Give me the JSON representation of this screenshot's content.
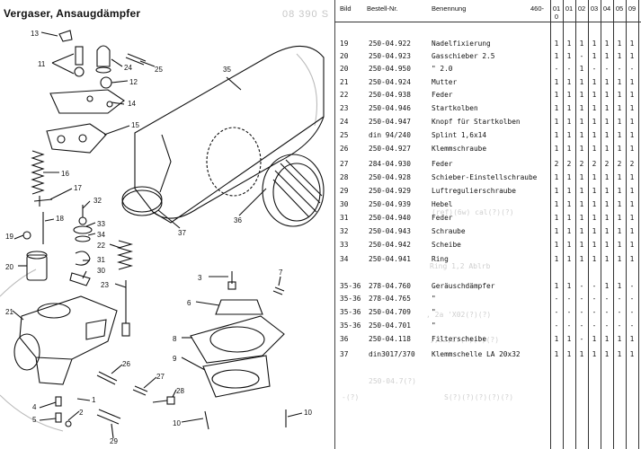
{
  "title": "Vergaser, Ansaugdämpfer",
  "ghost_code": "08 390 S",
  "header": {
    "bild": "Bild",
    "bestell": "Bestell-Nr.",
    "benennung": "Benennung",
    "type_main": "460-",
    "types": [
      {
        "top": "01",
        "bottom": "0"
      },
      {
        "top": "01",
        "bottom": ""
      },
      {
        "top": "02",
        "bottom": ""
      },
      {
        "top": "03",
        "bottom": ""
      },
      {
        "top": "04",
        "bottom": ""
      },
      {
        "top": "05",
        "bottom": ""
      },
      {
        "top": "09",
        "bottom": ""
      }
    ]
  },
  "rows": [
    {
      "bild": "19",
      "nr": "250-04.922",
      "name": "Nadelfixierung",
      "q": [
        "1",
        "1",
        "1",
        "1",
        "1",
        "1",
        "1"
      ]
    },
    {
      "bild": "20",
      "nr": "250-04.923",
      "name": "Gasschieber 2.5",
      "q": [
        "1",
        "1",
        "-",
        "1",
        "1",
        "1",
        "1"
      ]
    },
    {
      "bild": "20",
      "nr": "250-04.950",
      "name": "\"          2.0",
      "q": [
        "-",
        "-",
        "1",
        "-",
        "-",
        "-",
        "-"
      ]
    },
    {
      "bild": "21",
      "nr": "250-04.924",
      "name": "Mutter",
      "q": [
        "1",
        "1",
        "1",
        "1",
        "1",
        "1",
        "1"
      ]
    },
    {
      "bild": "22",
      "nr": "250-04.938",
      "name": "Feder",
      "q": [
        "1",
        "1",
        "1",
        "1",
        "1",
        "1",
        "1"
      ]
    },
    {
      "bild": "23",
      "nr": "250-04.946",
      "name": "Startkolben",
      "q": [
        "1",
        "1",
        "1",
        "1",
        "1",
        "1",
        "1"
      ]
    },
    {
      "bild": "24",
      "nr": "250-04.947",
      "name": "Knopf für Startkolben",
      "q": [
        "1",
        "1",
        "1",
        "1",
        "1",
        "1",
        "1"
      ]
    },
    {
      "bild": "25",
      "nr": "din 94/240",
      "name": "Splint 1,6x14",
      "q": [
        "1",
        "1",
        "1",
        "1",
        "1",
        "1",
        "1"
      ]
    },
    {
      "bild": "26",
      "nr": "250-04.927",
      "name": "Klemmschraube",
      "q": [
        "1",
        "1",
        "1",
        "1",
        "1",
        "1",
        "1"
      ]
    },
    {
      "bild": "27",
      "nr": "284-04.930",
      "name": "Feder",
      "q": [
        "2",
        "2",
        "2",
        "2",
        "2",
        "2",
        "2"
      ]
    },
    {
      "bild": "28",
      "nr": "250-04.928",
      "name": "Schieber-Einstellschraube",
      "q": [
        "1",
        "1",
        "1",
        "1",
        "1",
        "1",
        "1"
      ]
    },
    {
      "bild": "29",
      "nr": "250-04.929",
      "name": "Luftregulierschraube",
      "q": [
        "1",
        "1",
        "1",
        "1",
        "1",
        "1",
        "1"
      ]
    },
    {
      "bild": "30",
      "nr": "250-04.939",
      "name": "Hebel",
      "q": [
        "1",
        "1",
        "1",
        "1",
        "1",
        "1",
        "1"
      ]
    },
    {
      "bild": "31",
      "nr": "250-04.940",
      "name": "Feder",
      "q": [
        "1",
        "1",
        "1",
        "1",
        "1",
        "1",
        "1"
      ]
    },
    {
      "bild": "32",
      "nr": "250-04.943",
      "name": "Schraube",
      "q": [
        "1",
        "1",
        "1",
        "1",
        "1",
        "1",
        "1"
      ]
    },
    {
      "bild": "33",
      "nr": "250-04.942",
      "name": "Scheibe",
      "q": [
        "1",
        "1",
        "1",
        "1",
        "1",
        "1",
        "1"
      ]
    },
    {
      "bild": "34",
      "nr": "250-04.941",
      "name": "Ring",
      "q": [
        "1",
        "1",
        "1",
        "1",
        "1",
        "1",
        "1"
      ]
    },
    {
      "bild": "",
      "nr": "",
      "name": "",
      "q": [
        "",
        "",
        "",
        "",
        "",
        "",
        ""
      ]
    },
    {
      "bild": "35-36",
      "nr": "278-04.760",
      "name": "Geräuschdämpfer",
      "q": [
        "1",
        "1",
        "-",
        "-",
        "1",
        "1",
        "-"
      ]
    },
    {
      "bild": "35-36",
      "nr": "278-04.765",
      "name": "\"",
      "q": [
        "-",
        "-",
        "-",
        "-",
        "-",
        "-",
        "-"
      ]
    },
    {
      "bild": "35-36",
      "nr": "250-04.709",
      "name": "\"",
      "q": [
        "-",
        "-",
        "-",
        "-",
        "-",
        "-",
        "-"
      ]
    },
    {
      "bild": "35-36",
      "nr": "250-04.701",
      "name": "\"",
      "q": [
        "-",
        "-",
        "-",
        "-",
        "-",
        "-",
        "-"
      ]
    },
    {
      "bild": "36",
      "nr": "250-04.118",
      "name": "Filterscheibe",
      "q": [
        "1",
        "1",
        "-",
        "1",
        "1",
        "1",
        "1"
      ]
    },
    {
      "bild": "37",
      "nr": "din3017/370",
      "name": "Klemmschelle  LA 20x32",
      "q": [
        "1",
        "1",
        "1",
        "1",
        "1",
        "1",
        "1"
      ]
    }
  ],
  "ghost_text": [
    "(ref)(6w) cal(?)(?)",
    "Ring 1,2 Ablrb",
    ", 2a 'X02(?)(?)",
    ",,S2,1:(?)(?)(?)",
    "250-04.7(?)",
    "-(?)",
    "S(?)(?)(?)(?)(?)"
  ],
  "callouts": [
    "13",
    "11",
    "24",
    "25",
    "12",
    "14",
    "15",
    "16",
    "17",
    "18",
    "19",
    "32",
    "33",
    "34",
    "22",
    "31",
    "30",
    "20",
    "23",
    "21",
    "35",
    "36",
    "37",
    "3",
    "7",
    "6",
    "8",
    "9",
    "26",
    "27",
    "28",
    "4",
    "5",
    "2",
    "1",
    "29",
    "10"
  ]
}
